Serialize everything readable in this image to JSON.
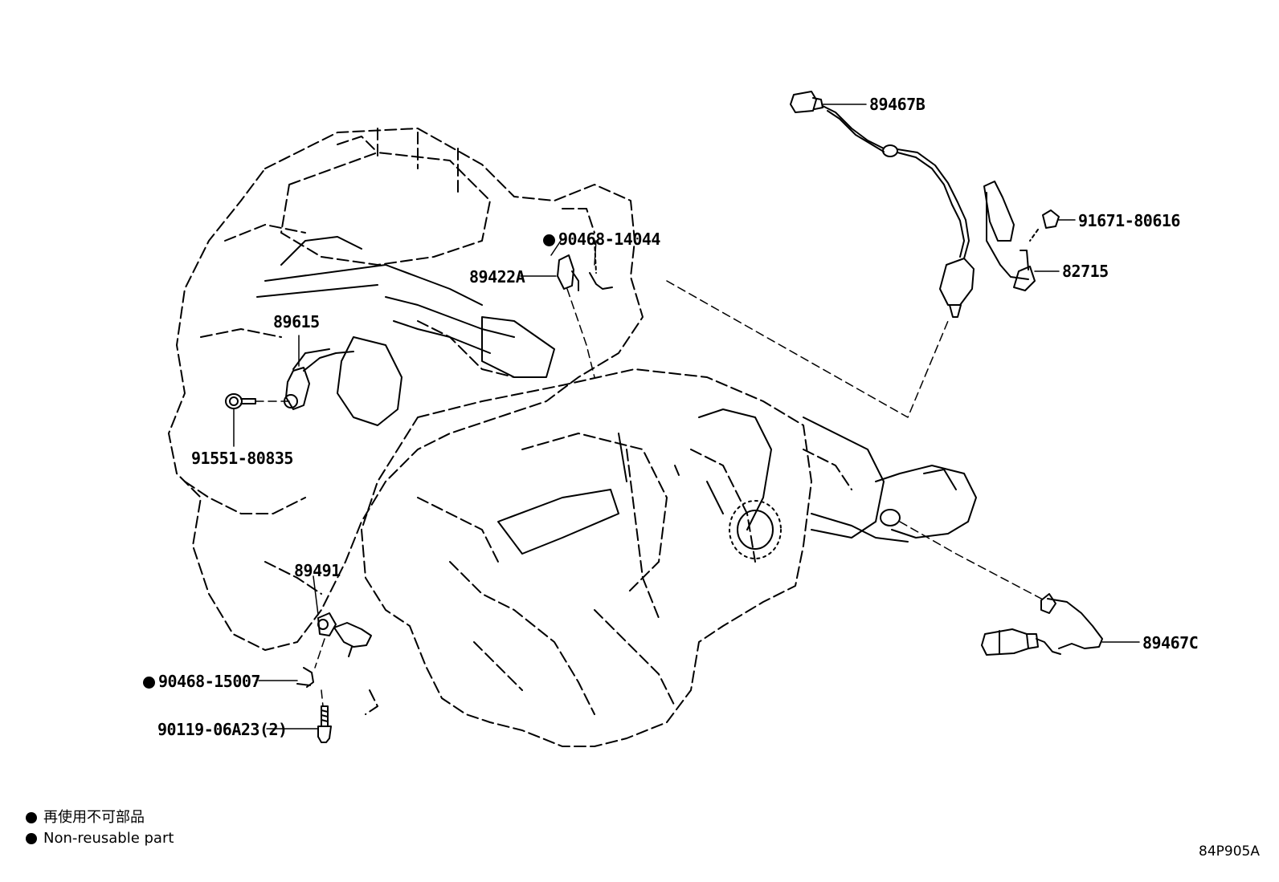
{
  "callouts": {
    "p89467B": "89467B",
    "p91671": "91671-80616",
    "p82715": "82715",
    "p90468_14044": "90468-14044",
    "p89422A": "89422A",
    "p89615": "89615",
    "p91551": "91551-80835",
    "p89491": "89491",
    "p90468_15007": "90468-15007",
    "p90119": "90119-06A23(2)",
    "p89467C": "89467C"
  },
  "legend": {
    "line_ja": "再使用不可部品",
    "line_en": "Non-reusable part"
  },
  "figure_id": "84P905A",
  "icons": {
    "non_reusable_marker": "filled-circle-icon"
  },
  "colors": {
    "ink": "#000000",
    "background": "#ffffff"
  }
}
